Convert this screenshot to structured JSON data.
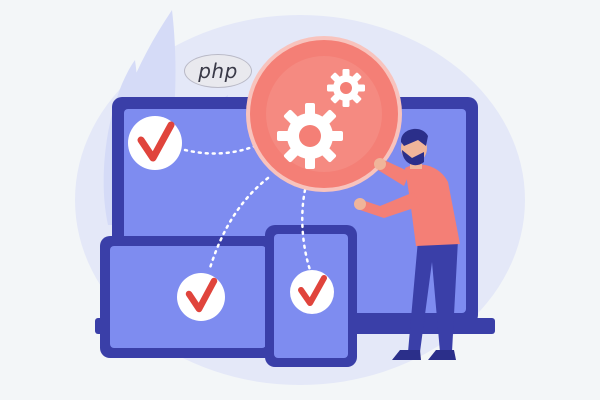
{
  "illustration": {
    "subject": "",
    "php_badge": {
      "text": "php"
    },
    "devices": [
      "laptop",
      "tablet",
      "smartphone"
    ],
    "check_marks": 3,
    "icons": [
      "check-icon",
      "gear-icon"
    ],
    "colors": {
      "background": "#f3f6f8",
      "blob": "#e4e8f8",
      "device_frame": "#3a3fa8",
      "device_screen": "#7e8cf0",
      "gear_circle": "#f47f76",
      "check": "#e0443c",
      "person_shirt": "#f47f76",
      "person_pants": "#3a3fa8",
      "leaf": "#d5dbf7"
    }
  }
}
